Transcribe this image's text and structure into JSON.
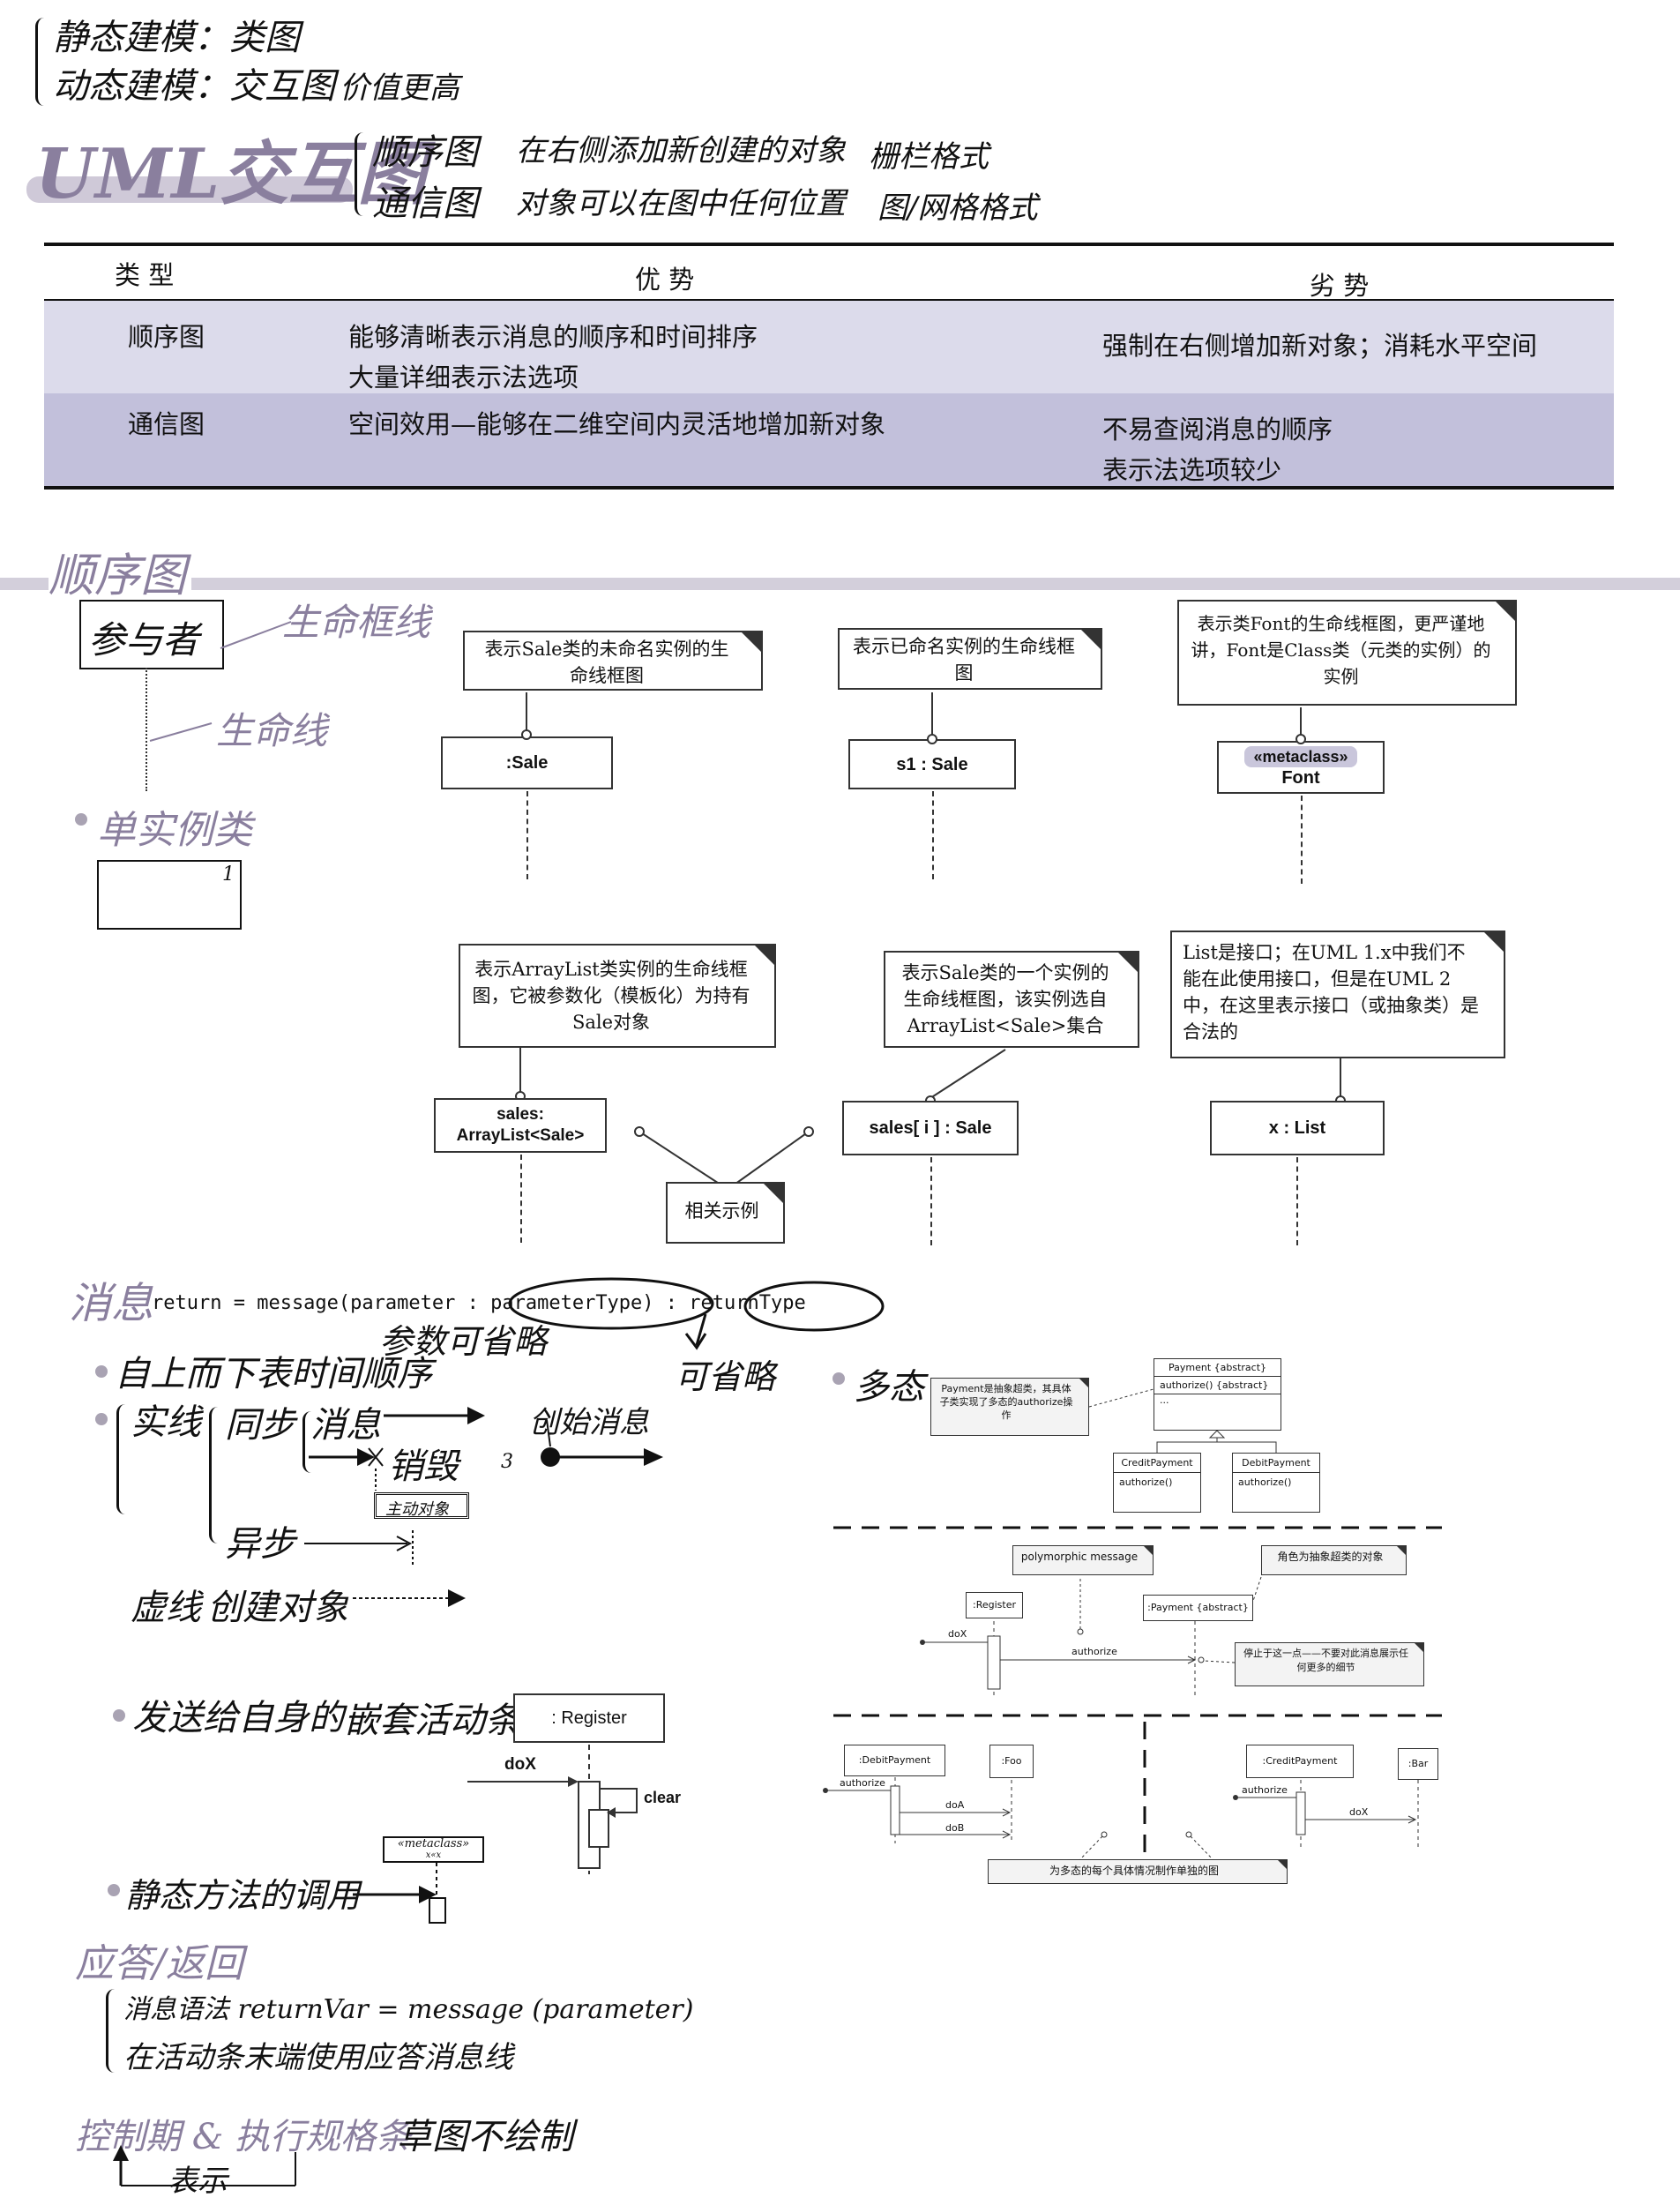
{
  "header": {
    "line1": "静态建模：类图",
    "line2": "动态建模：交互图",
    "line2_extra": "价值更高",
    "title": "UML交互图",
    "seq_name": "顺序图",
    "seq_desc": "在右侧添加新创建的对象",
    "seq_format": "栅栏格式",
    "comm_name": "通信图",
    "comm_desc": "对象可以在图中任何位置",
    "comm_format": "图/网格格式"
  },
  "compare_table": {
    "headers": [
      "类 型",
      "优 势",
      "劣 势"
    ],
    "rows": [
      {
        "type": "顺序图",
        "pros": [
          "能够清晰表示消息的顺序和时间排序",
          "大量详细表示法选项"
        ],
        "cons": [
          "强制在右侧增加新对象；消耗水平空间"
        ]
      },
      {
        "type": "通信图",
        "pros": [
          "空间效用—能够在二维空间内灵活地增加新对象"
        ],
        "cons": [
          "不易查阅消息的顺序",
          "表示法选项较少"
        ]
      }
    ]
  },
  "sequence_section": {
    "title": "顺序图",
    "participant_box": "参与者",
    "lifeline_box_label": "生命框线",
    "lifeline_label": "生命线",
    "singleton_label": "单实例类",
    "singleton_mark": "1"
  },
  "lifeline_examples": {
    "note1": "表示Sale类的未命名实例的生命线框图",
    "box1": ":Sale",
    "note2": "表示已命名实例的生命线框图",
    "box2": "s1 : Sale",
    "note3": "表示类Font的生命线框图，更严谨地讲，Font是Class类（元类的实例）的实例",
    "box3_stereo": "«metaclass»",
    "box3": "Font",
    "note4": "表示ArrayList类实例的生命线框图，它被参数化（模板化）为持有Sale对象",
    "box4": "sales: ArrayList<Sale>",
    "note5": "表示Sale类的一个实例的生命线框图，该实例选自ArrayList<Sale>集合",
    "box5": "sales[ i ] : Sale",
    "note6": "List是接口；在UML 1.x中我们不能在此使用接口，但是在UML 2中，在这里表示接口（或抽象类）是合法的",
    "box6": "x : List",
    "related": "相关示例"
  },
  "message_section": {
    "title": "消息",
    "syntax": "return = message(parameter : parameterType) : returnType",
    "param_note": "参数可省略",
    "return_note": "可省略",
    "time_order": "自上而下表时间顺序",
    "solid_line": "实线",
    "sync": "同步",
    "message": "消息",
    "destroy": "销毁",
    "found_message": "创始消息",
    "async": "异步",
    "active_object": "主动对象",
    "dashed_line": "虚线",
    "create_object": "创建对象",
    "self_message": "发送给自身的",
    "nested_activation": "嵌套活动条",
    "register_box": ": Register",
    "dox": "doX",
    "clear": "clear",
    "static_call": "静态方法的调用",
    "metaclass_small": "«metaclass»",
    "metaclass_small_name": "x«x"
  },
  "polymorphism": {
    "title": "多态",
    "payment_note": "Payment是抽象超类，其具体子类实现了多态的authorize操作",
    "payment_class": "Payment {abstract}",
    "payment_op": "authorize() {abstract}",
    "payment_more": "...",
    "credit_class": "CreditPayment",
    "credit_op": "authorize()",
    "debit_class": "DebitPayment",
    "debit_op": "authorize()",
    "poly_msg_note": "polymorphic message",
    "abstract_role_note": "角色为抽象超类的对象",
    "register": ":Register",
    "payment_abstract": ":Payment {abstract}",
    "dox": "doX",
    "authorize": "authorize",
    "stop_note": "停止于这一点——不要对此消息展示任何更多的细节",
    "debit_payment": ":DebitPayment",
    "foo": ":Foo",
    "credit_payment": ":CreditPayment",
    "bar": ":Bar",
    "doa": "doA",
    "dob": "doB",
    "authorize2": "authorize",
    "dox2": "doX",
    "separate_note": "为多态的每个具体情况制作单独的图"
  },
  "reply_section": {
    "title": "应答/返回",
    "line1": "消息语法 returnVar = message (parameter)",
    "line2": "在活动条末端使用应答消息线"
  },
  "control_section": {
    "title": "控制期 & 执行规格条",
    "note": "草图不绘制",
    "arrow_label": "表示"
  }
}
